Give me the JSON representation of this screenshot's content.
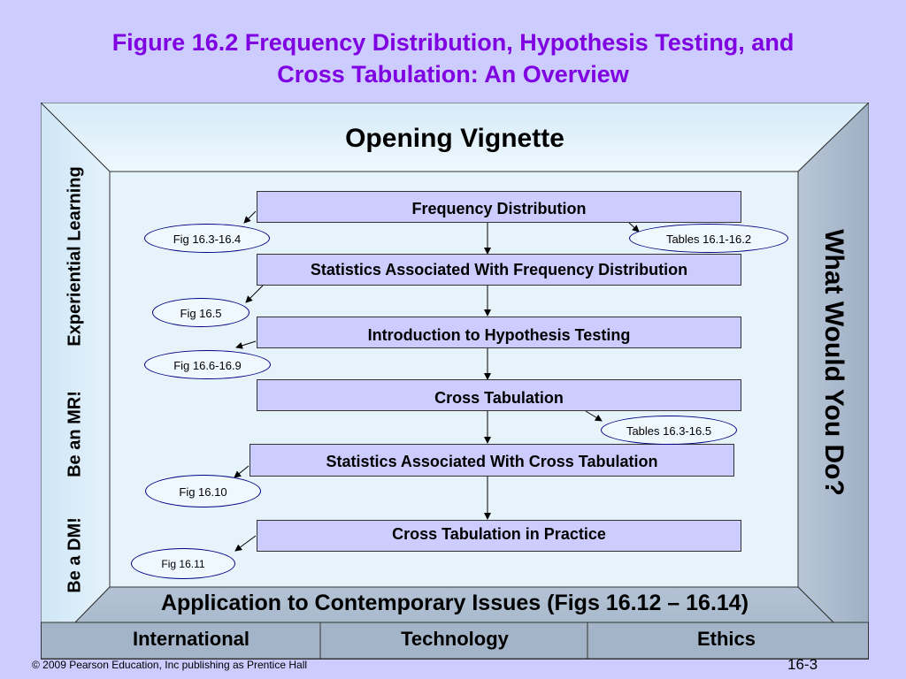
{
  "title": {
    "line1": "Figure 16.2   Frequency Distribution, Hypothesis Testing, and",
    "line2": "Cross Tabulation:  An Overview"
  },
  "frame": {
    "top": "Opening Vignette",
    "left": [
      "Experiential Learning",
      "Be an MR!",
      "Be a DM!"
    ],
    "right": "What Would You Do?",
    "bottom": "Application to Contemporary Issues (Figs 16.12 – 16.14)",
    "bottom_cells": [
      "International",
      "Technology",
      "Ethics"
    ]
  },
  "boxes": [
    "Frequency Distribution",
    "Statistics Associated With Frequency Distribution",
    "Introduction to Hypothesis Testing",
    "Cross Tabulation",
    "Statistics Associated With Cross Tabulation",
    "Cross Tabulation in Practice"
  ],
  "ovals": [
    "Fig 16.3-16.4",
    "Tables 16.1-16.2",
    "Fig 16.5",
    "Fig 16.6-16.9",
    "Tables 16.3-16.5",
    "Fig 16.10",
    "Fig 16.11"
  ],
  "footer": "© 2009 Pearson Education, Inc publishing as Prentice Hall",
  "page_number": "16-3",
  "colors": {
    "background": "#ccccff",
    "title": "#7f00e0",
    "frame_light": "#e8f4fc",
    "frame_dark": "#a9b8cc",
    "box_fill": "#ccccff",
    "oval_fill": "#f0f8ff"
  }
}
